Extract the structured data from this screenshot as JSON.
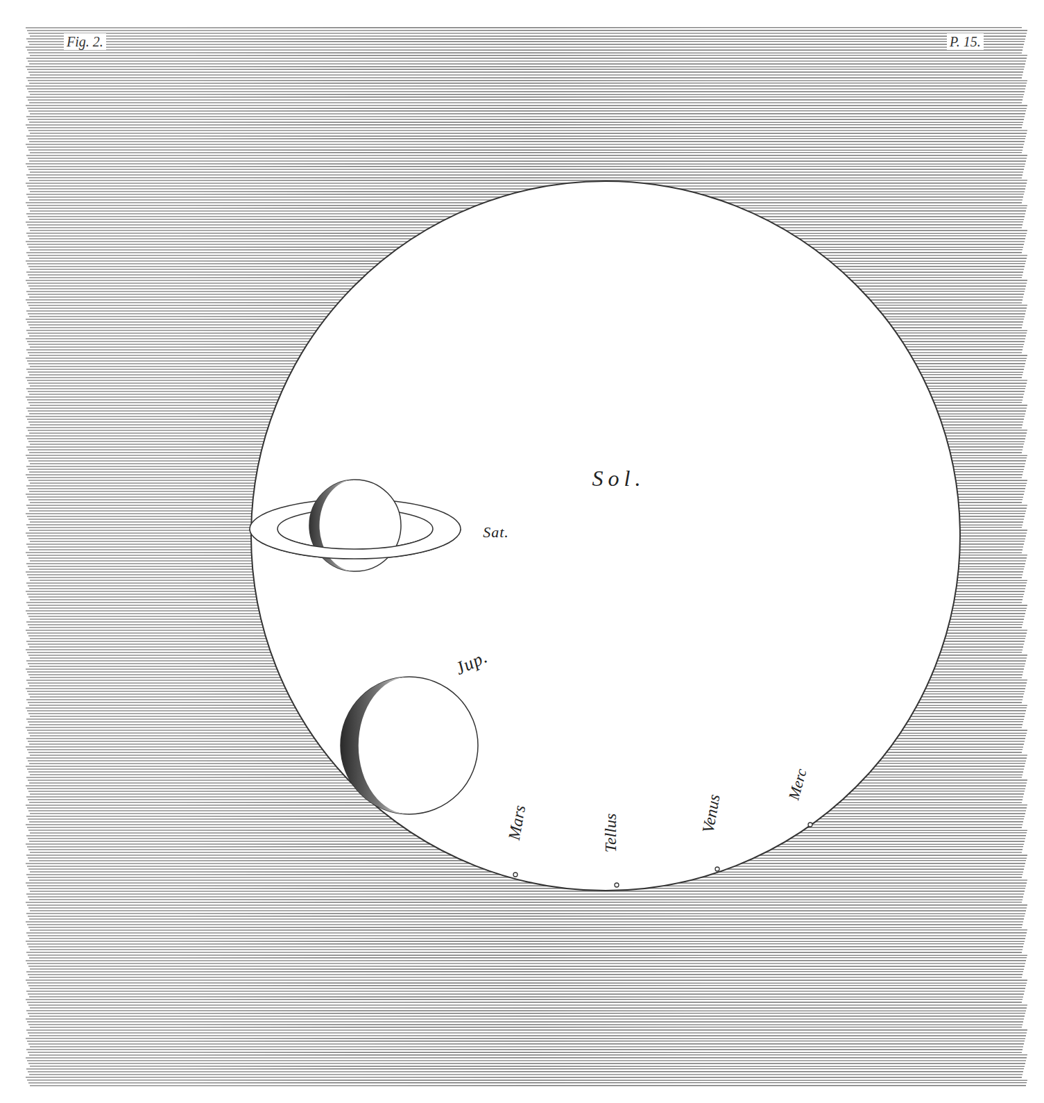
{
  "diagram": {
    "nodes": [
      {
        "text": [
          "Sol."
        ]
      },
      {
        "text": [
          "Sat."
        ],
        "in": 0
      },
      {
        "text": [
          "Jup."
        ],
        "in": 0
      },
      {
        "text": [
          "Mars"
        ],
        "in": 0
      },
      {
        "text": [
          "Tellus"
        ],
        "in": 0
      },
      {
        "text": [
          "Venus"
        ],
        "in": 0
      },
      {
        "text": [
          "Merc"
        ],
        "in": 0
      }
    ],
    "labels": [
      "Fig. 2.",
      "P. 15."
    ]
  }
}
